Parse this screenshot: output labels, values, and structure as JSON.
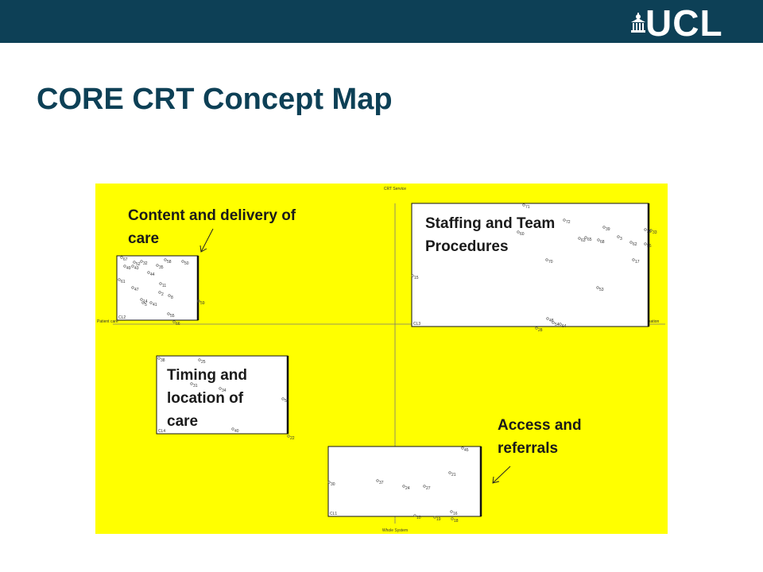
{
  "brand": {
    "logo_text": "UCL",
    "header_color": "#0d4056"
  },
  "slide": {
    "title": "CORE CRT Concept Map"
  },
  "concept_map": {
    "background": "#ffff00",
    "axis_labels": {
      "top": "CRT Service",
      "bottom": "Whole System",
      "left": "Patient care",
      "right": "Service organisation"
    },
    "clusters": [
      {
        "id": "CL2",
        "label_line1": "Content and delivery of",
        "label_line2": "care"
      },
      {
        "id": "CL3",
        "label_line1": "Staffing and Team",
        "label_line2": "Procedures"
      },
      {
        "id": "CL4",
        "label_line1": "Timing and",
        "label_line2": "location of",
        "label_line3": "care"
      },
      {
        "id": "CL1",
        "label_line1": "Access and",
        "label_line2": "referrals"
      }
    ],
    "points": [
      {
        "n": "71"
      },
      {
        "n": "72"
      },
      {
        "n": "60"
      },
      {
        "n": "39"
      },
      {
        "n": "63"
      },
      {
        "n": "65"
      },
      {
        "n": "68"
      },
      {
        "n": "3"
      },
      {
        "n": "62"
      },
      {
        "n": "36"
      },
      {
        "n": "33"
      },
      {
        "n": "56"
      },
      {
        "n": "70"
      },
      {
        "n": "17"
      },
      {
        "n": "15"
      },
      {
        "n": "53"
      },
      {
        "n": "48"
      },
      {
        "n": "54"
      },
      {
        "n": "64"
      },
      {
        "n": "28"
      },
      {
        "n": "67"
      },
      {
        "n": "58"
      },
      {
        "n": "52"
      },
      {
        "n": "32"
      },
      {
        "n": "35"
      },
      {
        "n": "50"
      },
      {
        "n": "49"
      },
      {
        "n": "43"
      },
      {
        "n": "44"
      },
      {
        "n": "11"
      },
      {
        "n": "61"
      },
      {
        "n": "47"
      },
      {
        "n": "2"
      },
      {
        "n": "8"
      },
      {
        "n": "14"
      },
      {
        "n": "5"
      },
      {
        "n": "41"
      },
      {
        "n": "59"
      },
      {
        "n": "55"
      },
      {
        "n": "66"
      },
      {
        "n": "38"
      },
      {
        "n": "25"
      },
      {
        "n": "31"
      },
      {
        "n": "34"
      },
      {
        "n": "57"
      },
      {
        "n": "40"
      },
      {
        "n": "22"
      },
      {
        "n": "45"
      },
      {
        "n": "21"
      },
      {
        "n": "30"
      },
      {
        "n": "37"
      },
      {
        "n": "24"
      },
      {
        "n": "27"
      },
      {
        "n": "16"
      },
      {
        "n": "10"
      },
      {
        "n": "19"
      },
      {
        "n": "18"
      }
    ]
  }
}
